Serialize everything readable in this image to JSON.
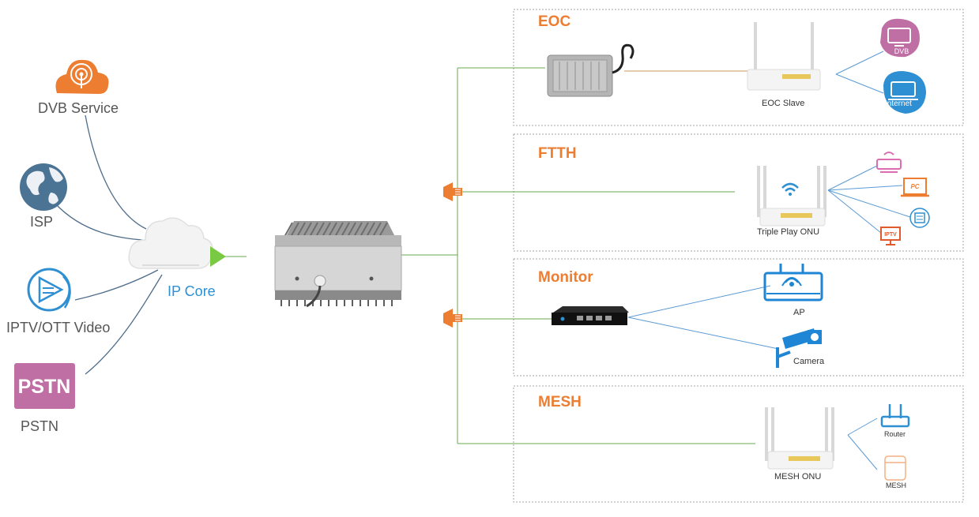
{
  "sources": [
    {
      "id": "dvb",
      "label": "DVB Service",
      "icon": "dvb-cloud-icon",
      "color": "#ed7d31"
    },
    {
      "id": "isp",
      "label": "ISP",
      "icon": "globe-icon",
      "color": "#4a7394"
    },
    {
      "id": "iptv",
      "label": "IPTV/OTT Video",
      "icon": "play-video-icon",
      "color": "#2e8fd2"
    },
    {
      "id": "pstn",
      "label": "PSTN",
      "icon": "pstn-badge-icon",
      "color": "#c06fa4",
      "badge_text": "PSTN"
    }
  ],
  "core": {
    "label": "IP Core",
    "color": "#2e8fd2"
  },
  "sections": [
    {
      "id": "eoc",
      "title": "EOC",
      "devices": [
        {
          "label": "EOC Slave"
        },
        {
          "label": "DVB",
          "icon": "monitor-icon",
          "color": "#c06fa4"
        },
        {
          "label": "Internet",
          "icon": "laptop-icon",
          "color": "#2e8fd2"
        }
      ]
    },
    {
      "id": "ftth",
      "title": "FTTH",
      "devices": [
        {
          "label": "Triple Play ONU"
        },
        {
          "label": "PC",
          "icon": "laptop-icon",
          "color": "#ed7d31"
        },
        {
          "label": "IPTV",
          "icon": "tv-icon",
          "color": "#e05a2b"
        },
        {
          "icon": "router-icon",
          "color": "#d96fb0"
        },
        {
          "icon": "phone-icon",
          "color": "#2e8fd2"
        }
      ]
    },
    {
      "id": "monitor",
      "title": "Monitor",
      "devices": [
        {
          "label": "AP",
          "icon": "access-point-icon",
          "color": "#1f86d6"
        },
        {
          "label": "Camera",
          "icon": "camera-icon",
          "color": "#1f86d6"
        },
        {
          "icon": "switch-icon"
        }
      ]
    },
    {
      "id": "mesh",
      "title": "MESH",
      "devices": [
        {
          "label": "MESH ONU"
        },
        {
          "label": "Router",
          "icon": "router-icon",
          "color": "#2e8fd2"
        },
        {
          "label": "MESH",
          "icon": "mesh-node-icon",
          "color": "#ed7d31"
        }
      ]
    }
  ],
  "colors": {
    "section_title": "#ed7d31",
    "tree_line": "#6aa84f",
    "source_line": "#4f6d8a",
    "device_line": "#5b9bd5",
    "splitter": "#ed7d31"
  }
}
